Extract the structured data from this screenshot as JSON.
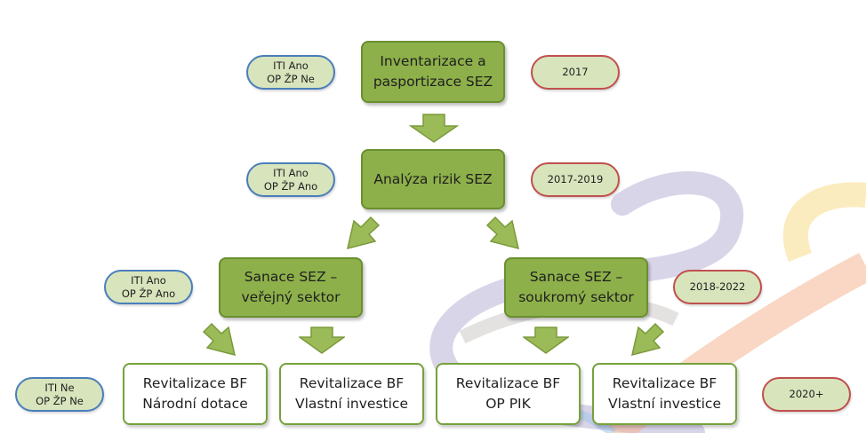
{
  "nodes": {
    "inventarizace": {
      "line1": "Inventarizace a",
      "line2": "pasportizace SEZ"
    },
    "analyza": {
      "line1": "Analýza rizik SEZ"
    },
    "sanace_verejny": {
      "line1": "Sanace SEZ –",
      "line2": "veřejný sektor"
    },
    "sanace_soukromy": {
      "line1": "Sanace SEZ –",
      "line2": "soukromý sektor"
    },
    "revit_narodni": {
      "line1": "Revitalizace BF",
      "line2": "Národní dotace"
    },
    "revit_vlastni_1": {
      "line1": "Revitalizace BF",
      "line2": "Vlastní investice"
    },
    "revit_op_pik": {
      "line1": "Revitalizace BF",
      "line2": "OP PIK"
    },
    "revit_vlastni_2": {
      "line1": "Revitalizace BF",
      "line2": "Vlastní investice"
    }
  },
  "funding_tags": [
    {
      "line1": "ITI Ano",
      "line2": "OP ŽP Ne"
    },
    {
      "line1": "ITI Ano",
      "line2": "OP ŽP Ano"
    },
    {
      "line1": "ITI Ano",
      "line2": "OP ŽP Ano"
    },
    {
      "line1": "ITI Ne",
      "line2": "OP ŽP Ne"
    }
  ],
  "year_tags": [
    "2017",
    "2017-2019",
    "2018-2022",
    "2020+"
  ],
  "colors": {
    "node_fill": "#8db04a",
    "node_border": "#6a8f2e",
    "tag_fill": "#d8e4bc",
    "funding_border": "#4a7ebb",
    "year_border": "#c0504d",
    "arrow_fill": "#9bbb59"
  }
}
